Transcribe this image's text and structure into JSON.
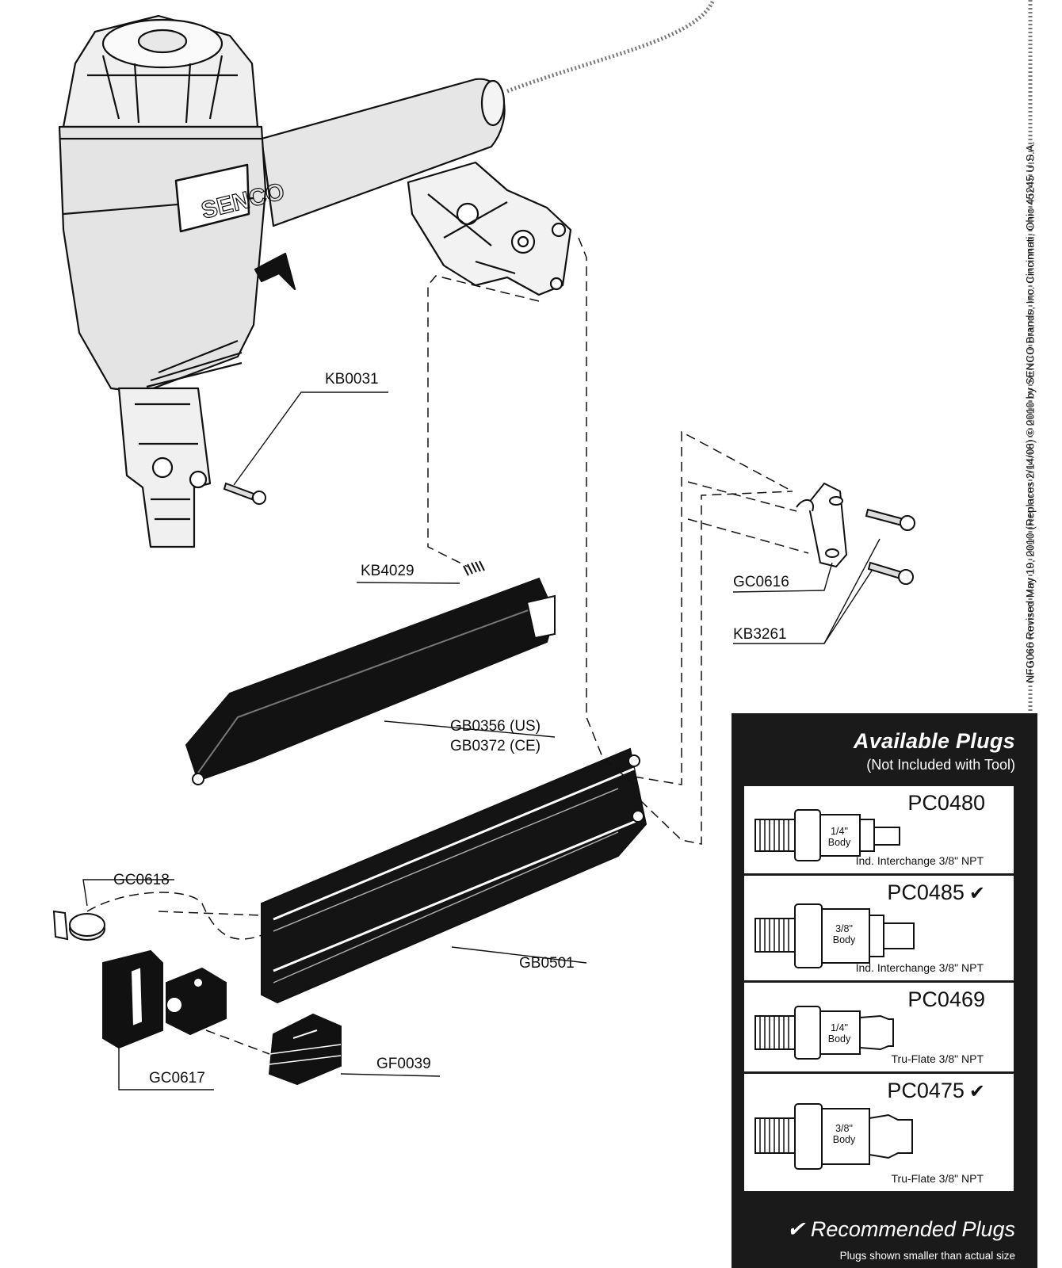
{
  "brand": "SENCO",
  "copyright": "NFG066  Revised May 19, 2010 (Replaces 2/14/08) © 2010 by SENCO Brands, Inc.  Cincinnati, Ohio 45245  U.S.A.",
  "parts": {
    "kb0031": "KB0031",
    "kb4029": "KB4029",
    "gb0356": "GB0356 (US)",
    "gb0372": "GB0372 (CE)",
    "gb0501": "GB0501",
    "gc0616": "GC0616",
    "kb3261": "KB3261",
    "gc0618": "GC0618",
    "gc0617": "GC0617",
    "gf0039": "GF0039"
  },
  "plugs_panel": {
    "title": "Available Plugs",
    "subtitle": "(Not Included with Tool)",
    "plugs": [
      {
        "code": "PC0480",
        "recommended": false,
        "body_size": "1/4\"",
        "body_word": "Body",
        "description": "Ind. Interchange 3/8\" NPT"
      },
      {
        "code": "PC0485",
        "recommended": true,
        "body_size": "3/8\"",
        "body_word": "Body",
        "description": "Ind. Interchange 3/8\" NPT"
      },
      {
        "code": "PC0469",
        "recommended": false,
        "body_size": "1/4\"",
        "body_word": "Body",
        "description": "Tru-Flate 3/8\" NPT"
      },
      {
        "code": "PC0475",
        "recommended": true,
        "body_size": "3/8\"",
        "body_word": "Body",
        "description": "Tru-Flate 3/8\" NPT"
      }
    ],
    "check_glyph": "✔",
    "footer": "✔ Recommended Plugs",
    "note": "Plugs shown smaller than actual size"
  }
}
